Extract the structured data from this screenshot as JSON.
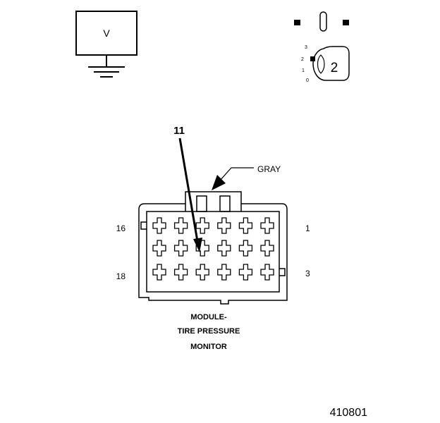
{
  "meter": {
    "symbol": "V"
  },
  "ignition_switch": {
    "positions": [
      "3",
      "2",
      "1",
      "0"
    ],
    "selected_position": "2"
  },
  "pin_callout": {
    "number": "11"
  },
  "connector": {
    "color": "GRAY",
    "pin_labels": {
      "top_left": "16",
      "top_right": "1",
      "bottom_left": "18",
      "bottom_right": "3"
    },
    "name_lines": [
      "MODULE-",
      "TIRE PRESSURE",
      "MONITOR"
    ],
    "rows": 3,
    "columns": 6
  },
  "figure_id": "410801",
  "colors": {
    "line": "#000000",
    "background": "#ffffff"
  }
}
